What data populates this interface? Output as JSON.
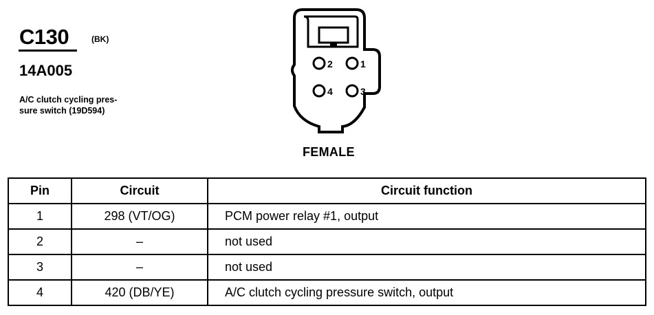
{
  "connector": {
    "id": "C130",
    "color_code": "(BK)",
    "part_number": "14A005",
    "description_lines": [
      "A/C clutch cycling pres-",
      "sure switch (19D594)"
    ],
    "view": "FEMALE",
    "pin_labels": [
      "2",
      "1",
      "4",
      "3"
    ]
  },
  "table": {
    "headers": [
      "Pin",
      "Circuit",
      "Circuit function"
    ],
    "rows": [
      {
        "pin": "1",
        "circuit": "298 (VT/OG)",
        "function": "PCM power relay #1, output"
      },
      {
        "pin": "2",
        "circuit": "–",
        "function": "not used"
      },
      {
        "pin": "3",
        "circuit": "–",
        "function": "not used"
      },
      {
        "pin": "4",
        "circuit": "420 (DB/YE)",
        "function": "A/C clutch cycling pressure switch, output"
      }
    ]
  }
}
